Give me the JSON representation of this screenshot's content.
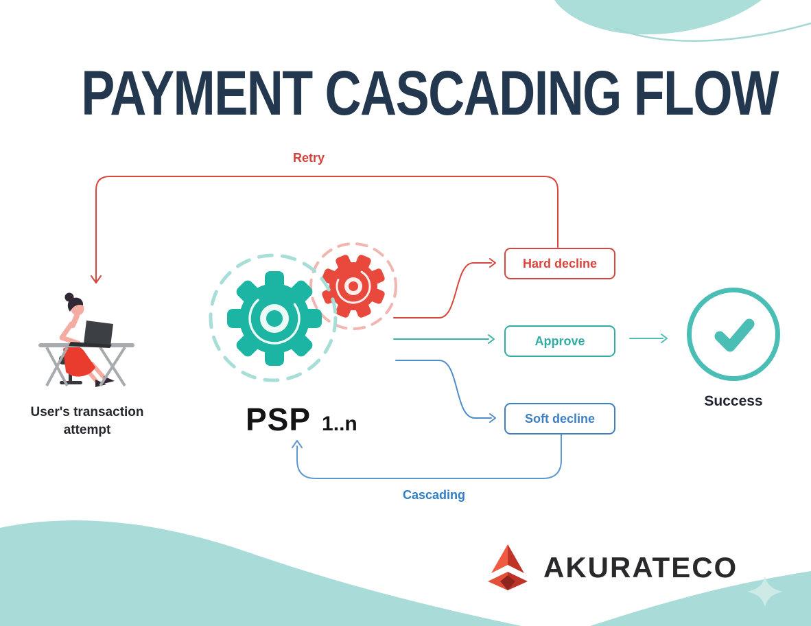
{
  "title": "PAYMENT CASCADING FLOW",
  "flow": {
    "retry_label": "Retry",
    "cascading_label": "Cascading",
    "user_caption_line1": "User's transaction",
    "user_caption_line2": "attempt",
    "psp_label": "PSP",
    "psp_range": "1..n",
    "success_label": "Success"
  },
  "outcomes": [
    {
      "id": "hard-decline",
      "label": "Hard decline",
      "color": "#D8453F"
    },
    {
      "id": "approve",
      "label": "Approve",
      "color": "#2FACA3"
    },
    {
      "id": "soft-decline",
      "label": "Soft decline",
      "color": "#3D7FC1"
    }
  ],
  "logo": {
    "text": "AKURATECO"
  },
  "colors": {
    "title": "#23384E",
    "retry_red": "#D9453B",
    "approve_teal": "#2FACA3",
    "cascade_blue": "#5E97D1",
    "gear_teal": "#1CB5A3",
    "gear_red": "#E9483C",
    "success_ring": "#4ABDB5",
    "wave_teal": "#A9DBD8",
    "text_dark": "#1F2430"
  }
}
